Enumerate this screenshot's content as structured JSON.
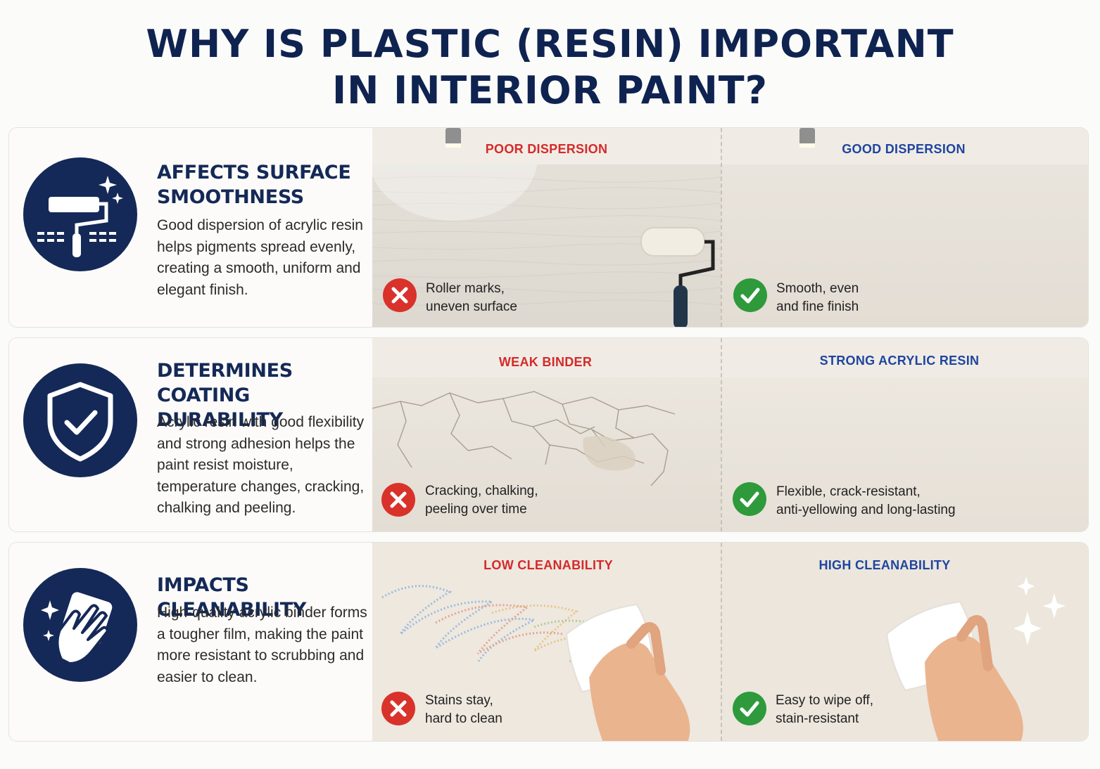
{
  "title": {
    "line1": "WHY IS PLASTIC (RESIN) IMPORTANT",
    "line2": "IN INTERIOR PAINT?"
  },
  "rows": [
    {
      "icon": "paint-roller-icon",
      "heading_line1": "AFFECTS SURFACE",
      "heading_line2": "SMOOTHNESS",
      "description": "Good dispersion of acrylic resin helps pigments spread evenly, creating a smooth, uniform and elegant finish.",
      "bad": {
        "label": "POOR DISPERSION",
        "caption_line1": "Roller marks,",
        "caption_line2": "uneven surface"
      },
      "good": {
        "label": "GOOD DISPERSION",
        "caption_line1": "Smooth, even",
        "caption_line2": "and fine finish"
      }
    },
    {
      "icon": "shield-check-icon",
      "heading_line1": "DETERMINES COATING",
      "heading_line2": "DURABILITY",
      "description": "Acrylic resin with good flexibility and strong adhesion helps the paint resist moisture, temperature changes, cracking, chalking and peeling.",
      "bad": {
        "label": "WEAK BINDER",
        "caption_line1": "Cracking, chalking,",
        "caption_line2": "peeling over time"
      },
      "good": {
        "label": "STRONG ACRYLIC RESIN",
        "caption_line1": "Flexible, crack-resistant,",
        "caption_line2": "anti-yellowing and long-lasting"
      }
    },
    {
      "icon": "hand-wipe-icon",
      "heading_line1": "IMPACTS CLEANABILITY",
      "heading_line2": "",
      "description": "High-quality acrylic binder forms a tougher film, making the paint more resistant to scrubbing and easier to clean.",
      "bad": {
        "label": "LOW CLEANABILITY",
        "caption_line1": "Stains stay,",
        "caption_line2": "hard to clean"
      },
      "good": {
        "label": "HIGH CLEANABILITY",
        "caption_line1": "Easy to wipe off,",
        "caption_line2": "stain-resistant"
      }
    }
  ],
  "colors": {
    "navy": "#142957",
    "bad_red": "#d42a2a",
    "good_blue": "#1f45a0",
    "check_green": "#2e9a3b"
  }
}
